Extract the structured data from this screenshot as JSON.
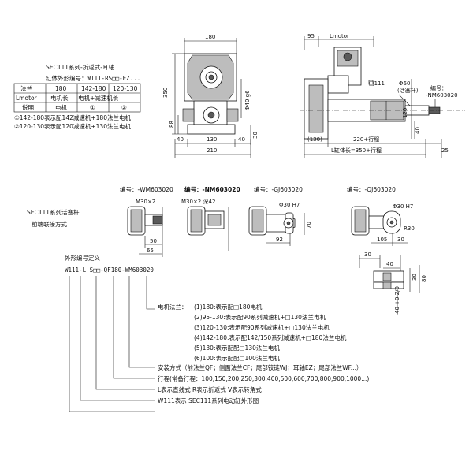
{
  "top_left": {
    "series_title": "SEC111系列-折返式-耳轴",
    "code_label": "缸体外形编号：W111-RS□□-EZ...",
    "table": {
      "rows": [
        [
          "法兰",
          "180",
          "142-180",
          "120-130"
        ],
        [
          "Lmotor",
          "电机长",
          "电机+减速机长",
          ""
        ],
        [
          "说明",
          "电机",
          "①",
          "②"
        ]
      ]
    },
    "note1": "①142-180表示配142减速机+180法兰电机",
    "note2": "②120-130表示配120减速机+130法兰电机"
  },
  "front_view": {
    "dims": {
      "top_width": "180",
      "height": "350",
      "shaft_dia": "Φ40 g6",
      "left_small": "88",
      "bottom_left": "40",
      "bottom_mid": "130",
      "bottom_right": "40",
      "total_width": "210",
      "cap_right": "30"
    }
  },
  "side_view": {
    "dims": {
      "left_95": "95",
      "lmotor": "Lmotor",
      "square": "□111",
      "phi60": "Φ60",
      "piston_rod": "(活塞杆)",
      "code": "编号：",
      "code_value": "-NM603020",
      "d120": "120",
      "d40": "40",
      "d130": "(130)",
      "stroke": "220+行程",
      "d25": "25",
      "total": "L缸体长=350+行程"
    }
  },
  "rod_ends": {
    "caption1": "SEC111系列活塞杆",
    "caption2": "前端联接方式",
    "items": [
      {
        "code": "编号：-WM603020",
        "dim_a": "M30×2",
        "dim_b": "50",
        "dim_c": "65"
      },
      {
        "code": "编号：-NM603020",
        "dim_a": "M30×2 深42",
        "dim_b": "",
        "dim_c": ""
      },
      {
        "code": "编号：-GJ603020",
        "dim_a": "Φ30 H7",
        "dim_b": "92",
        "dim_c": "70"
      },
      {
        "code": "编号：-QJ603020",
        "dim_a": "Φ30 H7",
        "dim_b": "105",
        "dim_c": "30",
        "dim_d": "R30"
      }
    ]
  },
  "clevis_detail": {
    "d30a": "30",
    "d40": "40",
    "d30b": "30",
    "d80": "80",
    "tol": "40 +0.2/0"
  },
  "legend": {
    "title": "外形编号定义",
    "code": "W111-L S□□-QF180-WM603020",
    "motor_flange_title": "电机法兰：",
    "motor_flange": [
      "(1)180:表示配□180电机",
      "(2)95-130:表示配90系列减速机+□130法兰电机",
      "(3)120-130:表示配90系列减速机+□130法兰电机",
      "(4)142-180:表示配142/150系列减速机+□180法兰电机",
      "(5)130:表示配配□130法兰电机",
      "(6)100:表示配配□100法兰电机"
    ],
    "mounting": "安装方式（前法兰QF；侧面法兰CF；尾部铰链WJ；耳轴EZ；尾部法兰WF...）",
    "stroke": "行程(常备行程：100,150,200,250,300,400,500,600,700,800,900,1000...)",
    "type": "L表示直线式 R表示折返式 V表示转角式",
    "series": "W111表示 SEC111系列电动缸外形图"
  }
}
